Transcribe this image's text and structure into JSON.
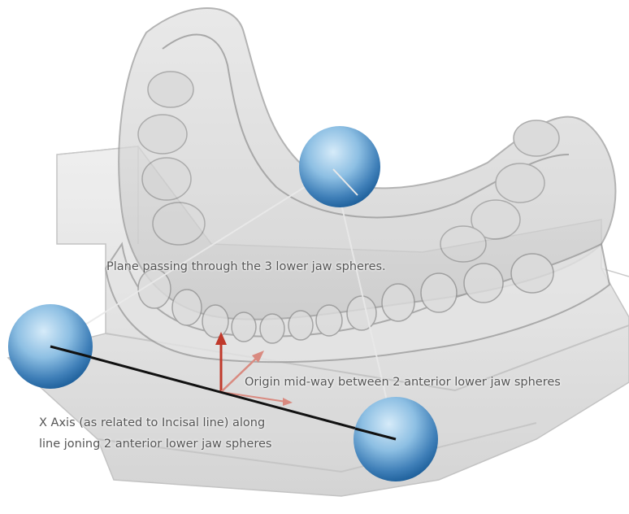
{
  "labels": {
    "plane": "Plane passing through the 3 lower jaw spheres.",
    "origin": "Origin mid-way between 2 anterior lower jaw spheres",
    "x_axis_line1": "X Axis  (as related to Incisal line) along",
    "x_axis_line2": "line joning 2 anterior lower jaw spheres"
  },
  "colors": {
    "sphere_light": "#cfe6f7",
    "sphere_mid": "#6fa9d6",
    "sphere_dark": "#1d5f9a",
    "axis_line": "#111111",
    "axis_arrow": "#c0392b",
    "cast_gray": "#d9d9d9"
  }
}
